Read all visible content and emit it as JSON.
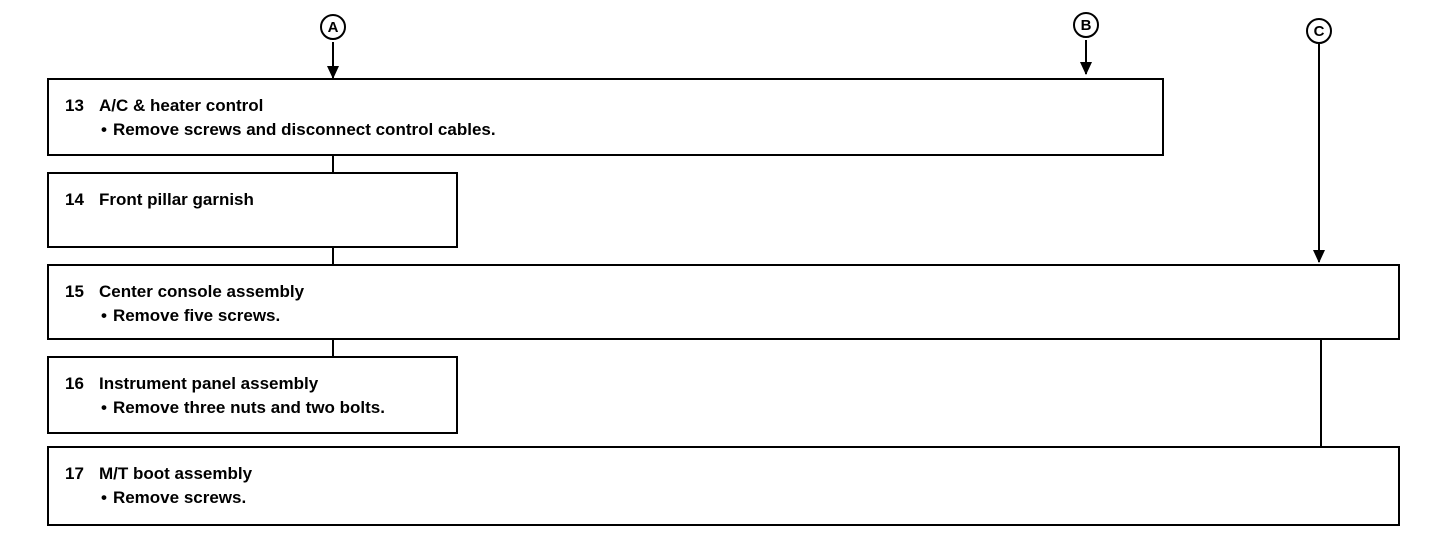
{
  "connectors": [
    {
      "label": "A"
    },
    {
      "label": "B"
    },
    {
      "label": "C"
    }
  ],
  "steps": [
    {
      "number": "13",
      "title": "A/C & heater control",
      "note": "Remove screws and disconnect control cables."
    },
    {
      "number": "14",
      "title": "Front pillar garnish",
      "note": ""
    },
    {
      "number": "15",
      "title": "Center console assembly",
      "note": "Remove five screws."
    },
    {
      "number": "16",
      "title": "Instrument panel assembly",
      "note": "Remove three nuts and two bolts."
    },
    {
      "number": "17",
      "title": "M/T boot assembly",
      "note": "Remove screws."
    }
  ]
}
